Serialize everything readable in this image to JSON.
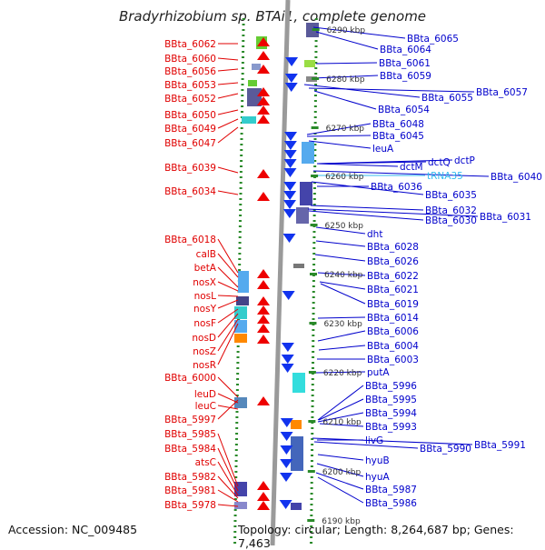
{
  "title": "Bradyrhizobium sp. BTAi1, complete genome",
  "footer": {
    "accession": "Accession: NC_009485",
    "topology": "Topology: circular; Length: 8,264,687 bp; Genes: 7,463"
  },
  "colors": {
    "left_label": "#e00000",
    "right_label": "#0000cc",
    "trna_label": "#33bbee"
  },
  "scale_ticks": [
    "6290 kbp",
    "6280 kbp",
    "6270 kbp",
    "6260 kbp",
    "6250 kbp",
    "6240 kbp",
    "6230 kbp",
    "6220 kbp",
    "6210 kbp",
    "6200 kbp",
    "6190 kbp"
  ],
  "left_labels": [
    "BBta_6062",
    "BBta_6060",
    "BBta_6056",
    "BBta_6053",
    "BBta_6052",
    "BBta_6050",
    "BBta_6049",
    "BBta_6047",
    "BBta_6039",
    "BBta_6034",
    "BBta_6018",
    "calB",
    "betA",
    "nosX",
    "nosL",
    "nosY",
    "nosF",
    "nosD",
    "nosZ",
    "nosR",
    "BBta_6000",
    "leuD",
    "leuC",
    "BBta_5997",
    "BBta_5985",
    "BBta_5984",
    "atsC",
    "BBta_5982",
    "BBta_5981",
    "BBta_5978"
  ],
  "right_labels": [
    "BBta_6065",
    "BBta_6064",
    "BBta_6061",
    "BBta_6059",
    "BBta_6057",
    "BBta_6055",
    "BBta_6054",
    "BBta_6048",
    "BBta_6045",
    "leuA",
    "dctP",
    "dctQ",
    "dctM",
    "tRNA35",
    "BBta_6040",
    "BBta_6036",
    "BBta_6035",
    "BBta_6032",
    "BBta_6031",
    "BBta_6030",
    "dht",
    "BBta_6028",
    "BBta_6026",
    "BBta_6022",
    "BBta_6021",
    "BBta_6019",
    "BBta_6014",
    "BBta_6006",
    "BBta_6004",
    "BBta_6003",
    "putA",
    "BBta_5996",
    "BBta_5995",
    "BBta_5994",
    "BBta_5993",
    "livG",
    "BBta_5991",
    "BBta_5990",
    "hyuB",
    "hyuA",
    "BBta_5987",
    "BBta_5986"
  ]
}
